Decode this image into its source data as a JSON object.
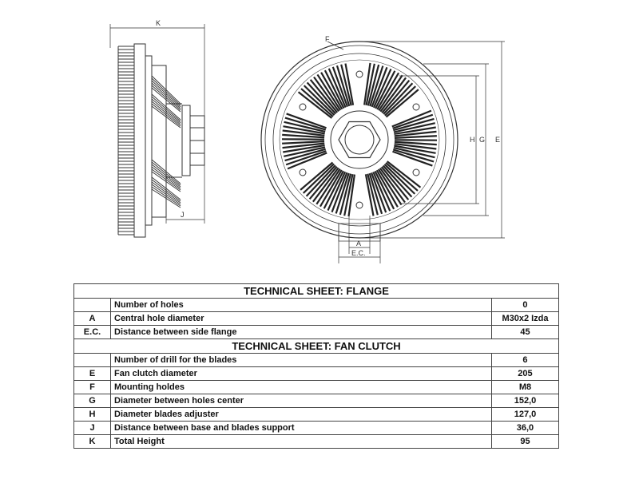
{
  "drawing": {
    "labels": {
      "k": "K",
      "j": "J",
      "f": "F",
      "a": "A",
      "ec": "E.C.",
      "h": "H",
      "g": "G",
      "e": "E"
    }
  },
  "sheet": {
    "flange": {
      "title": "TECHNICAL SHEET: FLANGE",
      "rows": [
        {
          "code": "",
          "desc": "Number of holes",
          "value": "0"
        },
        {
          "code": "A",
          "desc": "Central hole diameter",
          "value": "M30x2 Izda"
        },
        {
          "code": "E.C.",
          "desc": "Distance between side flange",
          "value": "45"
        }
      ]
    },
    "clutch": {
      "title": "TECHNICAL SHEET: FAN CLUTCH",
      "rows": [
        {
          "code": "",
          "desc": "Number of drill for the blades",
          "value": "6"
        },
        {
          "code": "E",
          "desc": "Fan clutch diameter",
          "value": "205"
        },
        {
          "code": "F",
          "desc": "Mounting holdes",
          "value": "M8"
        },
        {
          "code": "G",
          "desc": "Diameter between holes center",
          "value": "152,0"
        },
        {
          "code": "H",
          "desc": "Diameter blades adjuster",
          "value": "127,0"
        },
        {
          "code": "J",
          "desc": "Distance between base and blades support",
          "value": "36,0"
        },
        {
          "code": "K",
          "desc": "Total Height",
          "value": "95"
        }
      ]
    }
  }
}
